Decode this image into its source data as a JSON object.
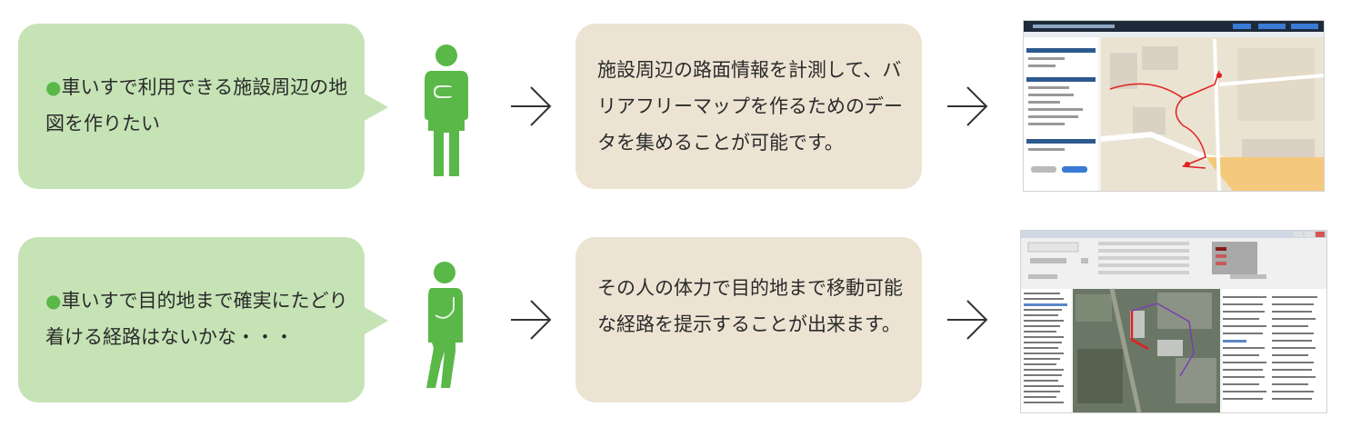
{
  "rows": [
    {
      "need": "車いすで利用できる施設周辺の地図を作りたい",
      "solution": "施設周辺の路面情報を計測して、バリアフリーマップを作るためのデータを集めることが可能です。"
    },
    {
      "need": "車いすで目的地まで確実にたどり着ける経路はないかな・・・",
      "solution": "その人の体力で目的地まで移動可能な経路を提示することが出来ます。"
    }
  ],
  "colors": {
    "need_bubble": "#c5e3b5",
    "solution_box": "#ece3d3",
    "figure_green": "#59b847",
    "arrow": "#333333"
  },
  "icons": [
    "bullet-dot-icon",
    "person-thinking-icon",
    "arrow-right-icon"
  ]
}
